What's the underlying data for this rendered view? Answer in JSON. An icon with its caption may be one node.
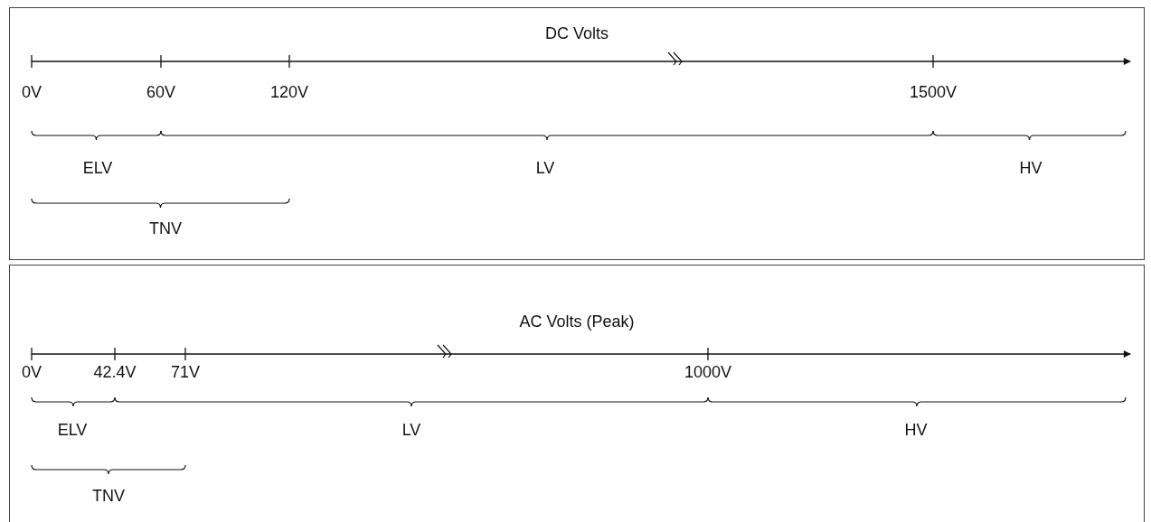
{
  "diagram": {
    "nodes": [
      {
        "text": [
          "DC Volts"
        ]
      },
      {
        "text": [
          "AC Volts (Peak)"
        ]
      }
    ],
    "labels": [
      "0V",
      "60V",
      "120V",
      "1500V",
      "ELV",
      "LV",
      "HV",
      "TNV",
      "0V",
      "42.4V",
      "71V",
      "1000V",
      "ELV",
      "LV",
      "HV",
      "TNV"
    ]
  }
}
